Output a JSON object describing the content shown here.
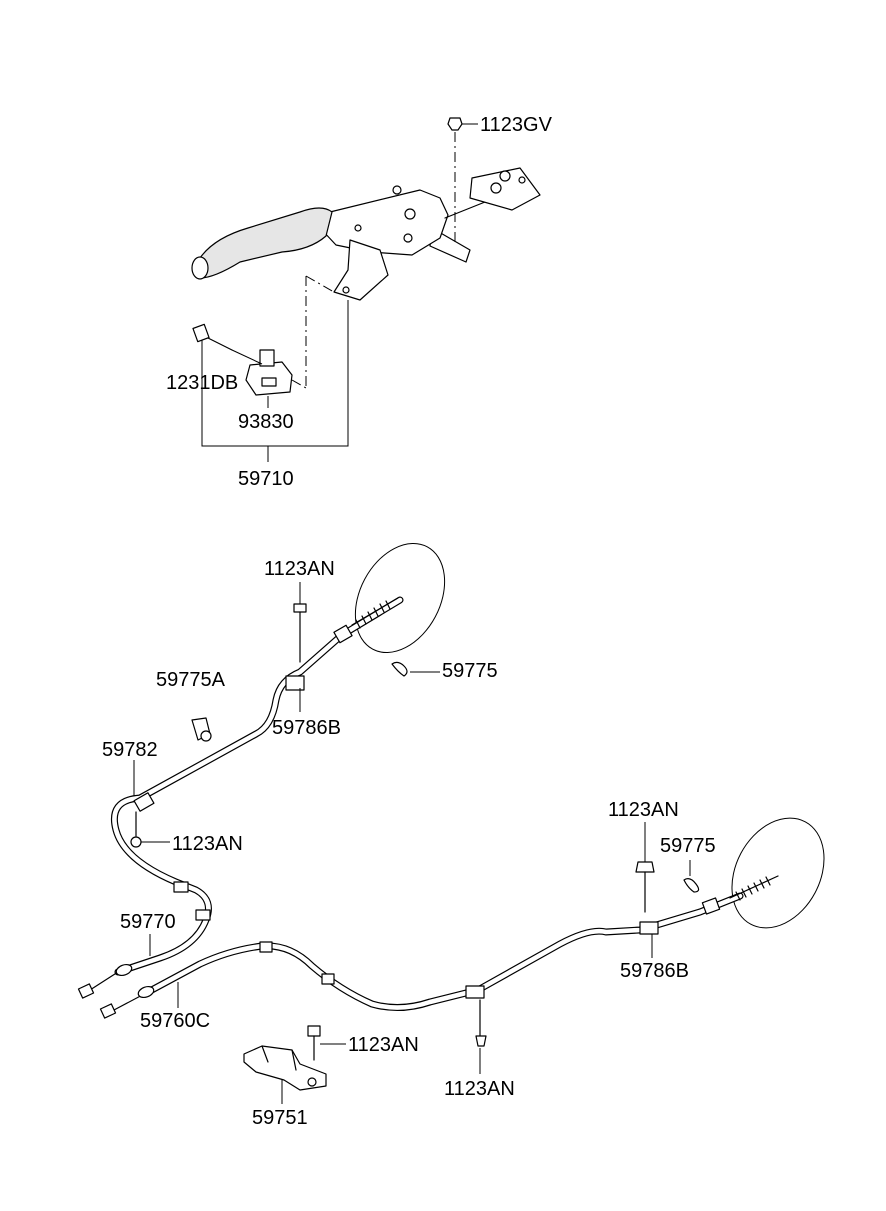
{
  "diagram": {
    "parking_brake_lever_assembly": {
      "label_1123GV": "1123GV",
      "label_1231DB": "1231DB",
      "label_93830": "93830",
      "label_59710": "59710"
    },
    "rear_cables": {
      "label_1123AN_top": "1123AN",
      "label_59775_upper": "59775",
      "label_59775A": "59775A",
      "label_59786B_left": "59786B",
      "label_59782": "59782",
      "label_1123AN_left": "1123AN",
      "label_1123AN_right_top": "1123AN",
      "label_59775_right": "59775",
      "label_59786B_right": "59786B",
      "label_59770": "59770",
      "label_59760C": "59760C",
      "label_1123AN_bracket": "1123AN",
      "label_59751": "59751",
      "label_1123AN_bottom": "1123AN"
    }
  }
}
